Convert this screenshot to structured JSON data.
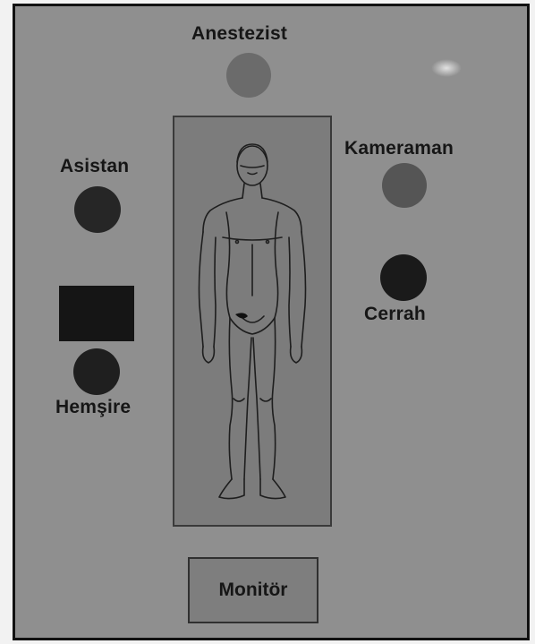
{
  "labels": {
    "anesthetist": "Anestezist",
    "assistant": "Asistan",
    "cameraman": "Kameraman",
    "surgeon": "Cerrah",
    "nurse": "Hemşire",
    "monitor": "Monitör"
  },
  "colors": {
    "background": "#8f8f8f",
    "table": "#7c7c7c",
    "anesthetist_marker": "#6b6b6b",
    "cameraman_marker": "#555555",
    "assistant_marker": "#262626",
    "surgeon_marker": "#1a1a1a",
    "nurse_marker": "#1f1f1f",
    "instrument_table": "#151515"
  }
}
